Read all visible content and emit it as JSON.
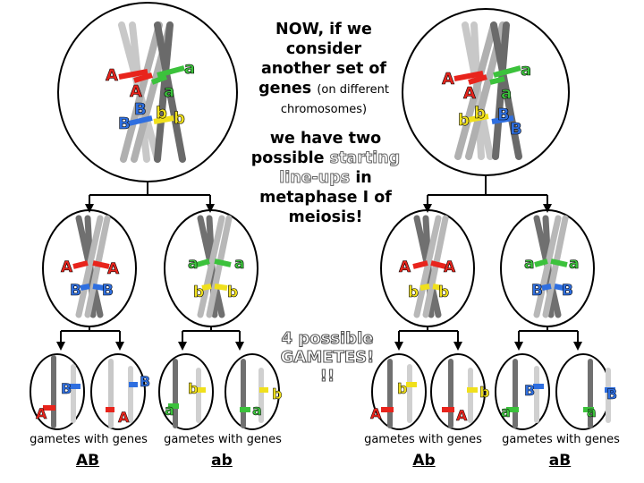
{
  "intro": {
    "line1": "NOW, if we",
    "line2": "consider",
    "line3": "another set of",
    "line4": "genes",
    "line4_small": "(on different",
    "line5_small": "chromosomes)"
  },
  "middle": {
    "line1": "we have two",
    "line2": "possible",
    "line2_hollow": "starting",
    "line3_hollow": "line-ups",
    "line3": "in",
    "line4": "metaphase I of",
    "line5": "meiosis!"
  },
  "four": {
    "line1": "4 possible",
    "line2": "GAMETES!",
    "line3": "!!"
  },
  "gametes": [
    {
      "caption": "gametes with genes",
      "code": "AB"
    },
    {
      "caption": "gametes with genes",
      "code": "ab"
    },
    {
      "caption": "gametes with genes",
      "code": "Ab"
    },
    {
      "caption": "gametes with genes",
      "code": "aB"
    }
  ],
  "alleles": {
    "A": "A",
    "a": "a",
    "B": "B",
    "b": "b"
  },
  "colors": {
    "dominant_A": "#e8241c",
    "recessive_a": "#3cc23c",
    "dominant_B": "#2f6fe0",
    "recessive_b": "#f0e01c",
    "chromosome_dark": "#606060",
    "chromosome_light": "#c8c8c8"
  }
}
